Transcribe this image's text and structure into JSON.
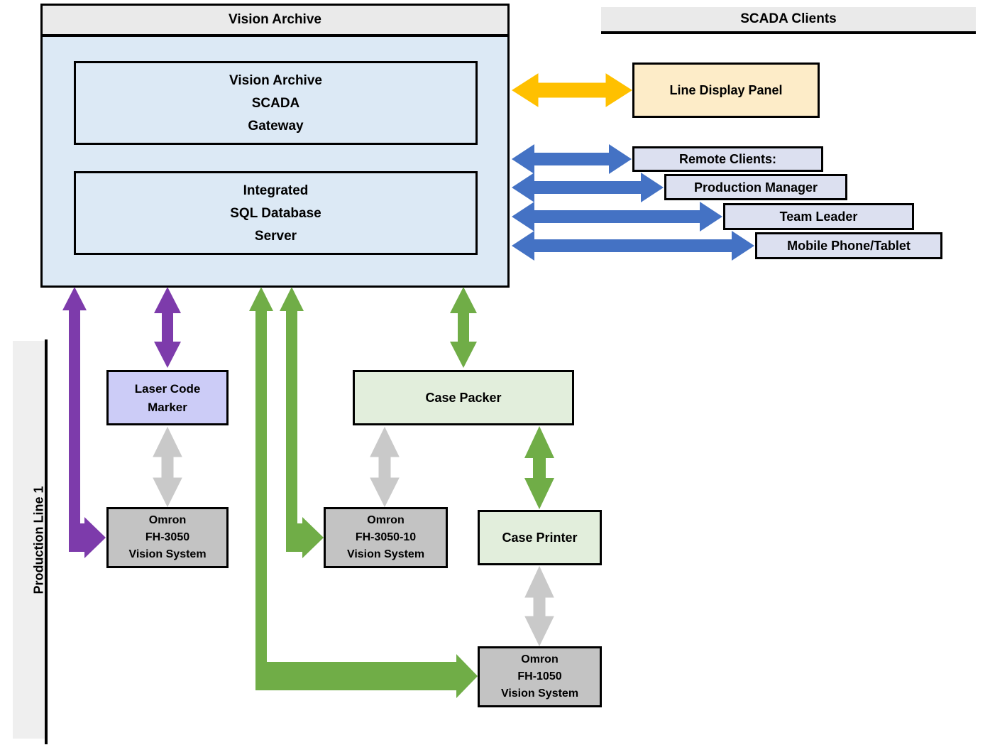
{
  "diagram": {
    "title_left": "Vision Archive",
    "title_right": "SCADA Clients",
    "production_line_label": "Production Line 1"
  },
  "colors": {
    "header_gray": "#eaeaea",
    "panel_blue": "#dce9f5",
    "cream": "#fdecc8",
    "lavender": "#dce0f0",
    "periwinkle": "#ccccf7",
    "gray_box": "#c3c3c3",
    "green_box": "#e2eedc",
    "arrow_blue": "#4472c4",
    "arrow_yellow": "#ffc000",
    "arrow_green": "#70ad47",
    "arrow_purple": "#7d3bab",
    "arrow_gray": "#c9c9c9",
    "outline": "#000000"
  },
  "vision_archive": {
    "gateway_box": {
      "lines": [
        "Vision Archive",
        "SCADA",
        "Gateway"
      ]
    },
    "database_box": {
      "lines": [
        "Integrated",
        "SQL Database",
        "Server"
      ]
    }
  },
  "scada_clients": {
    "line_display_panel": "Line Display Panel",
    "remote": [
      {
        "label": "Remote Clients:"
      },
      {
        "label": "Production Manager"
      },
      {
        "label": "Team Leader"
      },
      {
        "label": "Mobile Phone/Tablet"
      }
    ]
  },
  "production_line": {
    "laser_code_marker": {
      "lines": [
        "Laser Code",
        "Marker"
      ]
    },
    "omron_3050": {
      "lines": [
        "Omron",
        "FH-3050",
        "Vision System"
      ]
    },
    "case_packer": {
      "lines": [
        "Case Packer"
      ]
    },
    "omron_3050_10": {
      "lines": [
        "Omron",
        "FH-3050-10",
        "Vision System"
      ]
    },
    "case_printer": {
      "lines": [
        "Case Printer"
      ]
    },
    "omron_1050": {
      "lines": [
        "Omron",
        "FH-1050",
        "Vision System"
      ]
    }
  }
}
